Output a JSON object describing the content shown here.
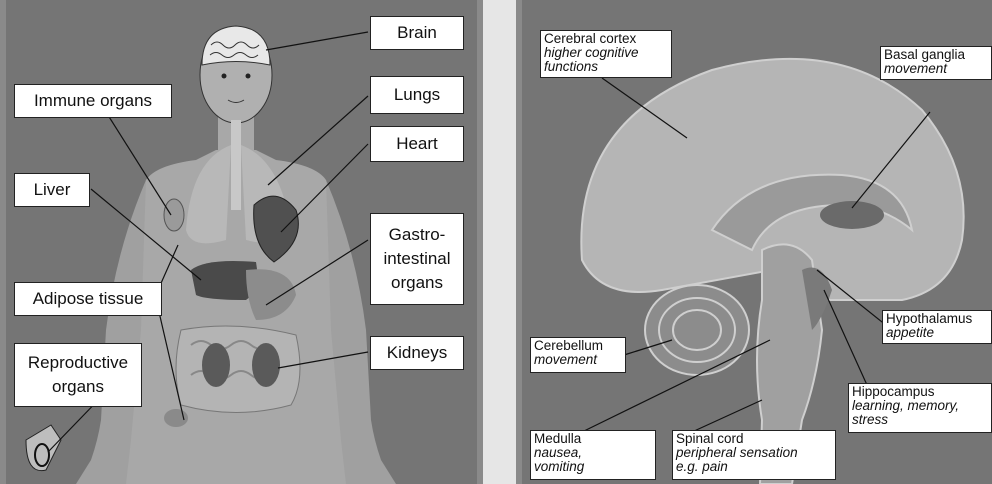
{
  "body_diagram": {
    "labels": {
      "brain": "Brain",
      "lungs": "Lungs",
      "heart": "Heart",
      "gastro_line1": "Gastro-",
      "gastro_line2": "intestinal",
      "gastro_line3": "organs",
      "kidneys": "Kidneys",
      "immune": "Immune organs",
      "liver": "Liver",
      "adipose": "Adipose tissue",
      "repro_line1": "Reproductive",
      "repro_line2": "organs"
    }
  },
  "brain_diagram": {
    "labels": {
      "cortex_title": "Cerebral cortex",
      "cortex_func1": "higher cognitive",
      "cortex_func2": "functions",
      "basal_title": "Basal ganglia",
      "basal_func": "movement",
      "hypo_title": "Hypothalamus",
      "hypo_func": "appetite",
      "cerebellum_title": "Cerebellum",
      "cerebellum_func": "movement",
      "hippo_title": "Hippocampus",
      "hippo_func1": "learning, memory,",
      "hippo_func2": "stress",
      "medulla_title": "Medulla",
      "medulla_func1": "nausea,",
      "medulla_func2": "vomiting",
      "spinal_title": "Spinal cord",
      "spinal_func1": "peripheral sensation",
      "spinal_func2": "e.g. pain"
    }
  },
  "colors": {
    "panel_bg": "#757575",
    "skin": "#a8a8a8",
    "organ_dark": "#555555",
    "brain_light": "#b5b5b5",
    "label_bg": "#ffffff"
  }
}
